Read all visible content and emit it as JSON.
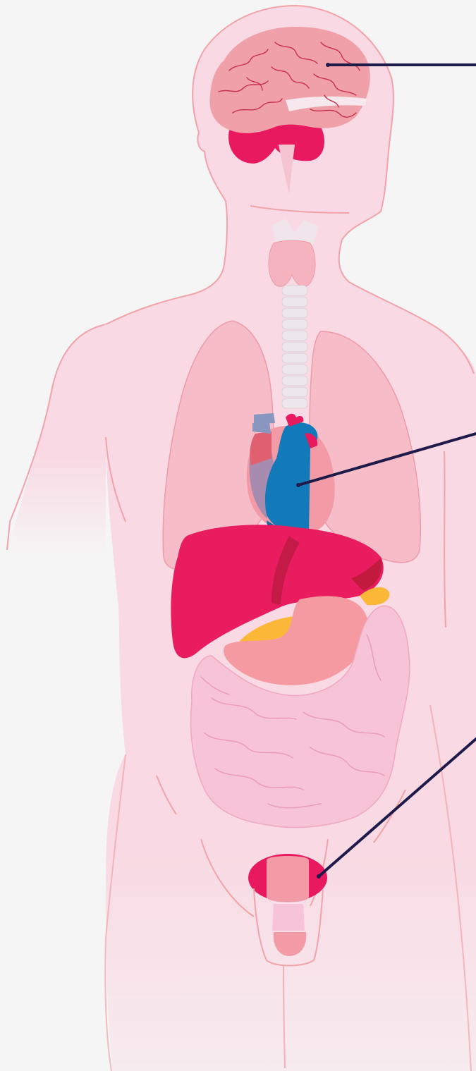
{
  "diagram": {
    "subject": "human-anatomy-torso",
    "callouts": [
      {
        "id": "brain",
        "target": "brain"
      },
      {
        "id": "heart",
        "target": "heart"
      },
      {
        "id": "prostate",
        "target": "prostate"
      }
    ]
  },
  "colors": {
    "background": "#f5f5f6",
    "body_fill": "#f9d9e3",
    "body_outline": "#f2a3a8",
    "brain": "#f0a0a8",
    "brain_lines": "#c8304f",
    "cerebellum": "#e8195f",
    "lungs": "#f4b3bf",
    "heart_aorta": "#127ab8",
    "heart_muscle": "#f29ba6",
    "liver": "#e81c5f",
    "stomach": "#f59aa0",
    "intestines": "#f7c3d7",
    "pancreas": "#fbb838",
    "trachea": "#ede6ea",
    "callout_line": "#1e1a4a"
  }
}
